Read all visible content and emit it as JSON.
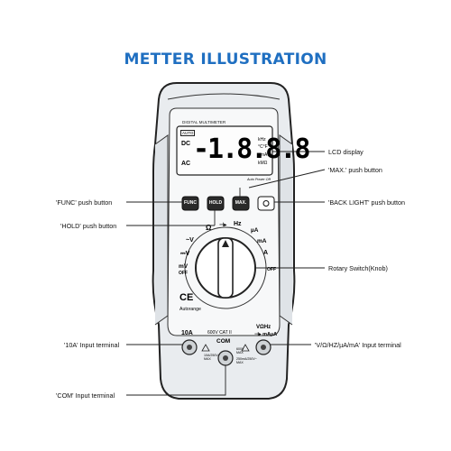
{
  "title": "METTER ILLUSTRATION",
  "callouts": {
    "lcd": "LCD display",
    "max": "'MAX.' push button",
    "func": "'FUNC' push button",
    "backlight": "'BACK LIGHT' push button",
    "hold": "'HOLD' push button",
    "rotary": "Rotary Switch(Knob)",
    "in10a": "'10A' Input terminal",
    "invohm": "'V/Ω/HZ/µA/mA' Input terminal",
    "com": "'COM' Input terminal"
  },
  "meter": {
    "top_label": "DIGITAL MULTIMETER",
    "auto_badge": "AUTO",
    "display_digits": "-1.8.8.8",
    "dc": "DC",
    "ac": "AC",
    "khz": "kHz",
    "temp": "°C°F",
    "micro_a": "µmA",
    "k_mohm": "kMΩ",
    "auto_power_off": "Auto Power Off",
    "buttons": {
      "func": "FUNC",
      "hold": "HOLD",
      "max": "MAX."
    },
    "dial": {
      "ohm": "Ω",
      "hz": "Hz",
      "diode": "⊣▸",
      "ua": "µA",
      "ma": "mA",
      "a": "A",
      "acv": "~V",
      "dcv": "⎓V",
      "mv": "mV",
      "off_left": "OFF",
      "off_right": "OFF"
    },
    "ce": "CE",
    "autorange": "Autorange",
    "terminals": {
      "ten_a": "10A",
      "cat": "600V CAT II",
      "com": "COM",
      "vohz": "VΩHz",
      "uama": "⊣▸ mAµA",
      "ten_a_rating": "10A/250V~ MAX",
      "com_rating": "600V MAX",
      "vohz_rating": "250mA/250V~ MAX"
    }
  }
}
